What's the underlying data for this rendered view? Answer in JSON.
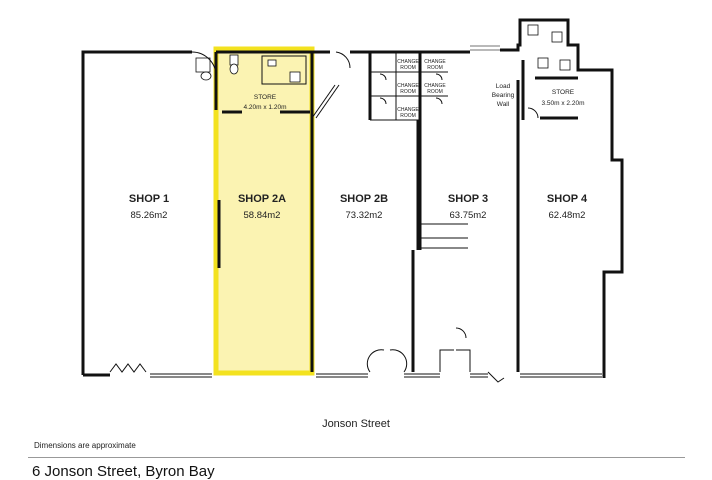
{
  "shops": [
    {
      "name": "SHOP 1",
      "area": "85.26m2"
    },
    {
      "name": "SHOP 2A",
      "area": "58.84m2",
      "highlighted": true
    },
    {
      "name": "SHOP 2B",
      "area": "73.32m2"
    },
    {
      "name": "SHOP 3",
      "area": "63.75m2"
    },
    {
      "name": "SHOP 4",
      "area": "62.48m2"
    }
  ],
  "stores": [
    {
      "label": "STORE",
      "size": "4.20m x 1.20m"
    },
    {
      "label": "STORE",
      "size": "3.50m x 2.20m"
    }
  ],
  "change_rooms": [
    {
      "line1": "CHANGE",
      "line2": "ROOM"
    },
    {
      "line1": "CHANGE",
      "line2": "ROOM"
    },
    {
      "line1": "CHANGE",
      "line2": "ROOM"
    },
    {
      "line1": "CHANGE",
      "line2": "ROOM"
    },
    {
      "line1": "CHANGE",
      "line2": "ROOM"
    }
  ],
  "load_wall": {
    "line1": "Load",
    "line2": "Bearing",
    "line3": "Wall"
  },
  "street": "Jonson Street",
  "note": "Dimensions are approximate",
  "address": "6 Jonson Street, Byron Bay",
  "colors": {
    "highlight_fill": "#fbf3b2",
    "highlight_stroke": "#f3e21f",
    "wall": "#111111"
  }
}
